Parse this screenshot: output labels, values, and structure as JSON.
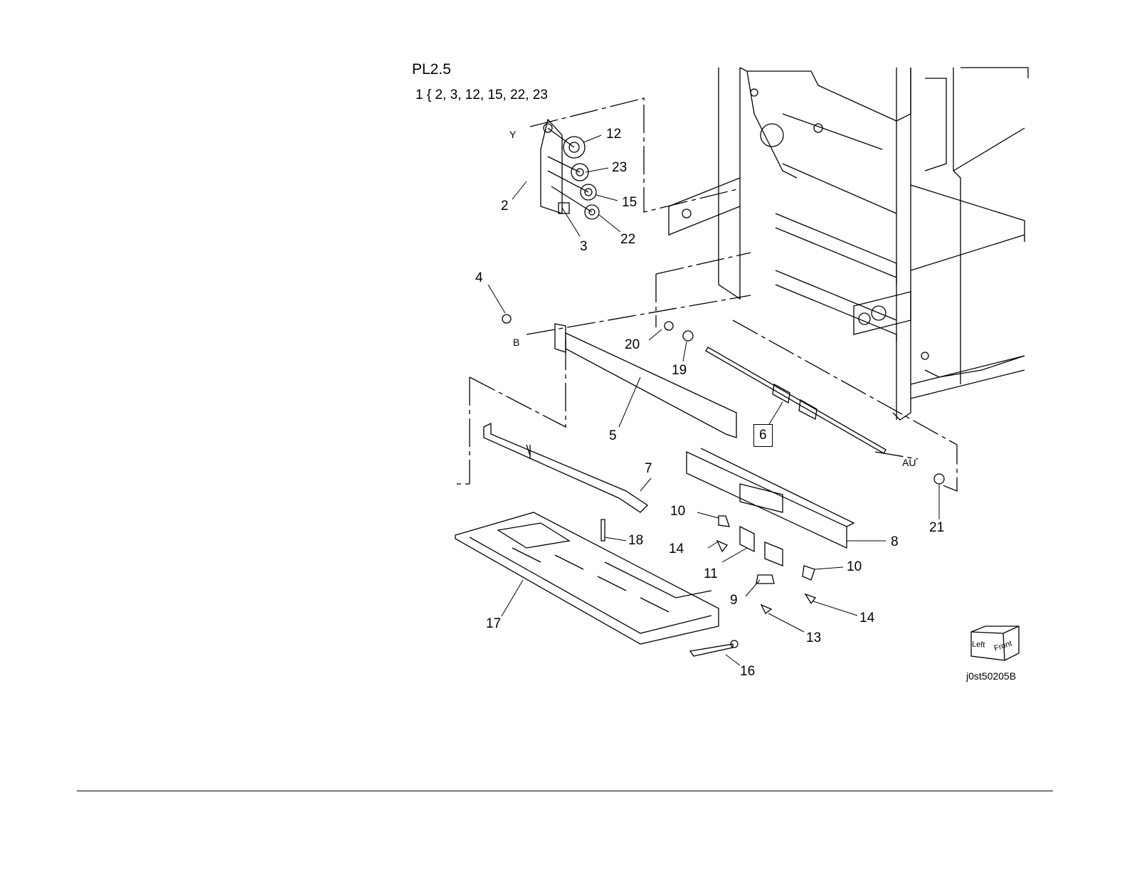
{
  "page": {
    "title": "PL2.5",
    "group_line": "1 { 2, 3, 12, 15, 22, 23",
    "figure_code": "j0st50205B"
  },
  "orientation_cube": {
    "left": "Left",
    "front": "Front"
  },
  "callouts": {
    "c12": "12",
    "c23": "23",
    "c2": "2",
    "c15": "15",
    "c3": "3",
    "c22": "22",
    "c4": "4",
    "c20": "20",
    "c19": "19",
    "c5": "5",
    "c6": "6",
    "c7": "7",
    "c21": "21",
    "c10a": "10",
    "c8": "8",
    "c14a": "14",
    "c18": "18",
    "c11": "11",
    "c10b": "10",
    "c9": "9",
    "c14b": "14",
    "c13": "13",
    "c17": "17",
    "c16": "16"
  },
  "reference_letters": {
    "y": "Y",
    "b": "B",
    "au": "AU"
  },
  "colors": {
    "line": "#000000",
    "background": "#ffffff"
  }
}
